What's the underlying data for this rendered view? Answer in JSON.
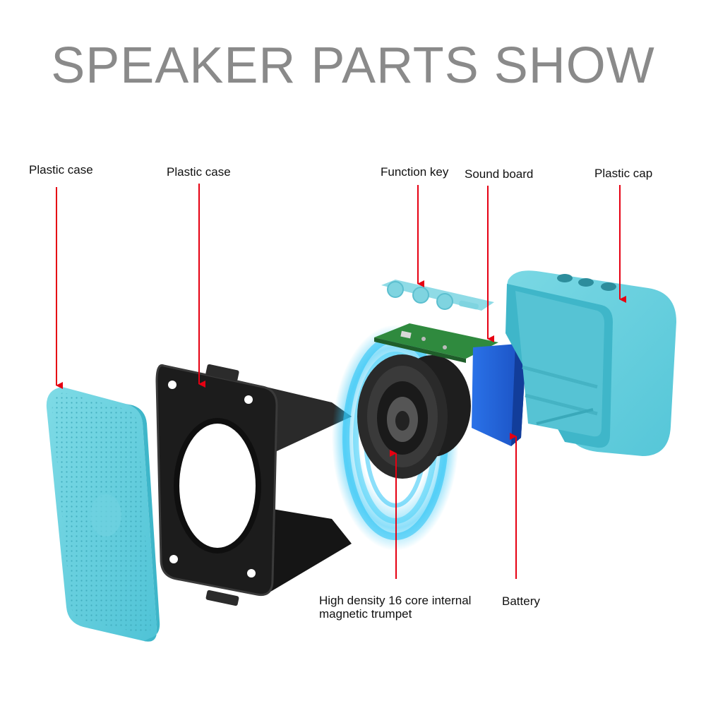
{
  "title": "SPEAKER PARTS SHOW",
  "labels": {
    "grille": "Plastic case",
    "frame": "Plastic case",
    "function_key": "Function key",
    "sound_board": "Sound board",
    "cap": "Plastic cap",
    "trumpet_line1": "High density 16 core internal",
    "trumpet_line2": "magnetic trumpet",
    "battery": "Battery"
  },
  "colors": {
    "title": "#8a8a8a",
    "label": "#111111",
    "arrow": "#e60012",
    "cyan_part": "#6ad3e0",
    "frame": "#1c1c1c",
    "pcb": "#2f8a3e",
    "battery": "#1f5fd8",
    "glow": "#2ec5f5"
  }
}
